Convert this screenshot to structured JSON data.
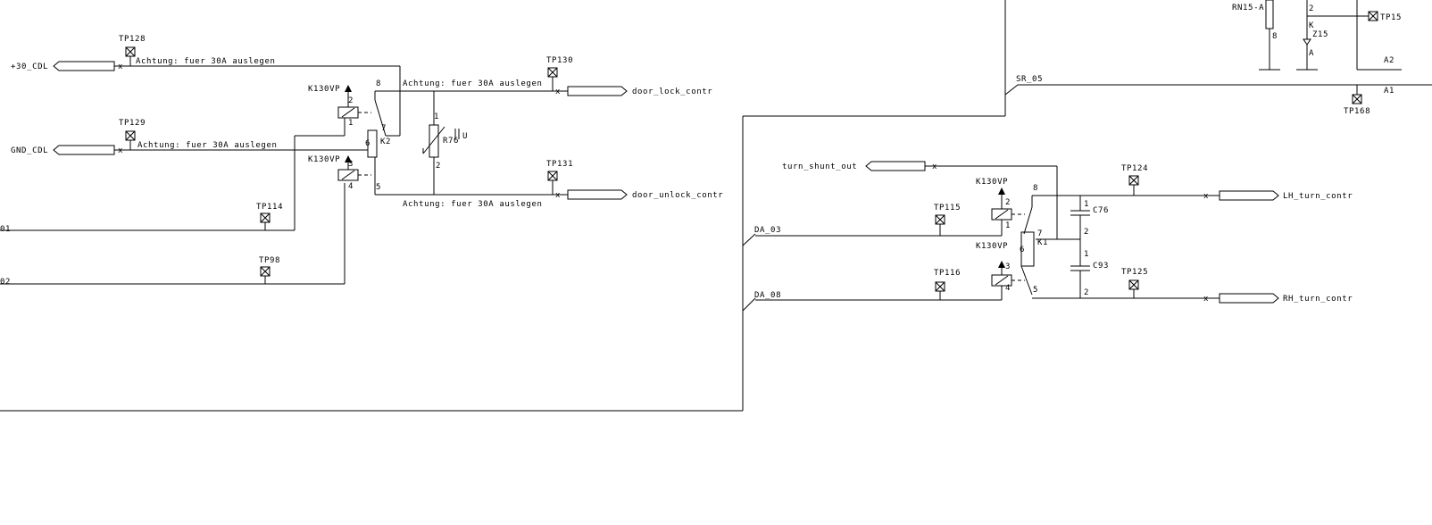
{
  "nets": {
    "p30_cdl": "+30_CDL",
    "gnd_cdl": "GND_CDL",
    "door_lock": "door_lock_contr",
    "door_unlock": "door_unlock_contr",
    "da01_frag": "01",
    "da02_frag": "02",
    "sr05": "SR_05",
    "da03": "DA_03",
    "da08": "DA_08",
    "turn_shunt_out": "turn_shunt_out",
    "lh_turn": "LH_turn_contr",
    "rh_turn": "RH_turn_contr"
  },
  "notes": {
    "n1": "Achtung: fuer 30A auslegen",
    "n2": "Achtung: fuer 30A auslegen",
    "n3": "Achtung: fuer 30A auslegen",
    "n4": "Achtung: fuer 30A auslegen"
  },
  "testpoints": {
    "tp128": "TP128",
    "tp129": "TP129",
    "tp130": "TP130",
    "tp131": "TP131",
    "tp114": "TP114",
    "tp98": "TP98",
    "tp115": "TP115",
    "tp116": "TP116",
    "tp124": "TP124",
    "tp125": "TP125",
    "tp168": "TP168",
    "tp15": "TP15"
  },
  "components": {
    "relay_type_a": "K130VP",
    "relay_type_b": "K130VP",
    "relay_type_c": "K130VP",
    "relay_type_d": "K130VP",
    "k2": "K2",
    "k1": "K1",
    "r76": "R76",
    "r76_u": "U",
    "c76": "C76",
    "c93": "C93",
    "rn15": "RN15-A",
    "z15": "Z15",
    "a1": "A1",
    "a2": "A2"
  },
  "pins": {
    "one": "1",
    "two": "2",
    "three": "3",
    "four": "4",
    "five": "5",
    "six": "6",
    "seven": "7",
    "eight": "8",
    "k": "K",
    "a": "A"
  }
}
